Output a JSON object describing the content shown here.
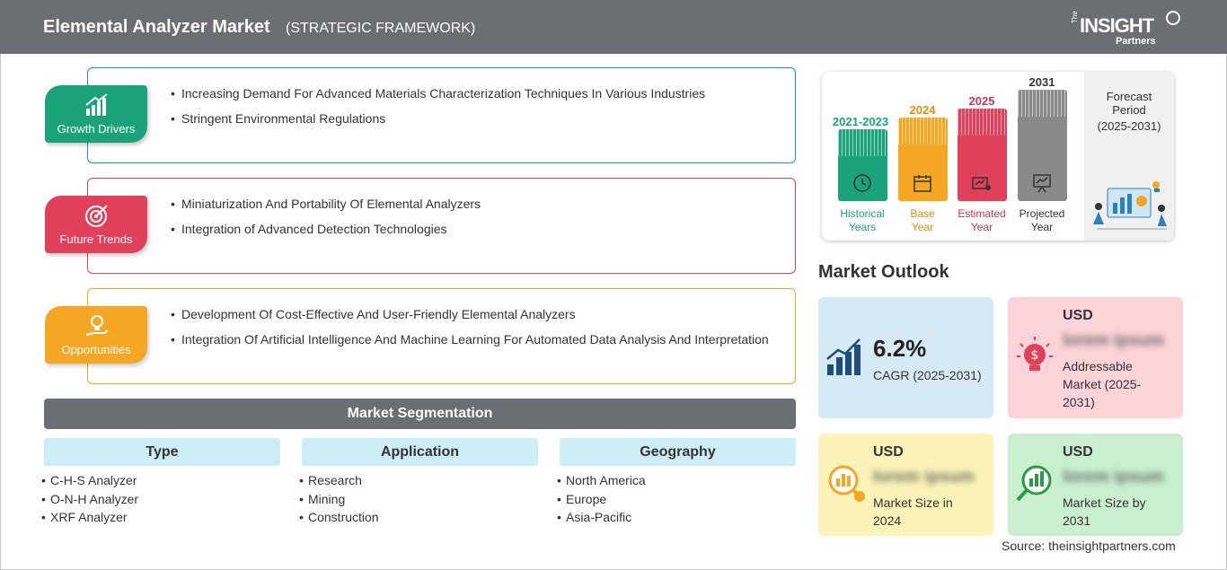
{
  "header": {
    "title": "Elemental Analyzer Market",
    "subtitle": "(STRATEGIC FRAMEWORK)",
    "logo": {
      "the": "The",
      "insight": "INSIGHT",
      "partners": "Partners"
    }
  },
  "drivers": {
    "growth": {
      "label": "Growth Drivers",
      "items": [
        "Increasing Demand For Advanced Materials Characterization Techniques In Various Industries",
        "Stringent Environmental Regulations"
      ]
    },
    "trends": {
      "label": "Future Trends",
      "items": [
        "Miniaturization And Portability Of Elemental Analyzers",
        "Integration of Advanced Detection Technologies"
      ]
    },
    "opportunities": {
      "label": "Opportunities",
      "items": [
        "Development Of Cost-Effective And User-Friendly Elemental Analyzers",
        "Integration Of Artificial Intelligence And Machine Learning For Automated Data Analysis And Interpretation"
      ]
    }
  },
  "segmentation": {
    "title": "Market Segmentation",
    "columns": [
      {
        "header": "Type",
        "items": [
          "C-H-S Analyzer",
          "O-N-H Analyzer",
          "XRF Analyzer"
        ]
      },
      {
        "header": "Application",
        "items": [
          "Research",
          "Mining",
          "Construction"
        ]
      },
      {
        "header": "Geography",
        "items": [
          "North America",
          "Europe",
          "Asia-Pacific"
        ]
      }
    ]
  },
  "timeline": {
    "bars": [
      {
        "year": "2021-2023",
        "caption_1": "Historical",
        "caption_2": "Years",
        "color": "#1aa37a"
      },
      {
        "year": "2024",
        "caption_1": "Base",
        "caption_2": "Year",
        "color": "#f5a623"
      },
      {
        "year": "2025",
        "caption_1": "Estimated",
        "caption_2": "Year",
        "color": "#e0405a"
      },
      {
        "year": "2031",
        "caption_1": "Projected",
        "caption_2": "Year",
        "color": "#8a8a8a"
      }
    ],
    "forecast": {
      "line1": "Forecast",
      "line2": "Period",
      "range": "(2025-2031)"
    }
  },
  "outlook": {
    "title": "Market Outlook",
    "cagr": {
      "value": "6.2%",
      "label": "CAGR (2025-2031)"
    },
    "addressable": {
      "currency": "USD",
      "value": "lorem ipsum",
      "label_1": "Addressable",
      "label_2": "Market (2025-",
      "label_3": "2031)"
    },
    "size_2024": {
      "currency": "USD",
      "value": "lorem ipsum",
      "label_1": "Market Size in",
      "label_2": "2024"
    },
    "size_2031": {
      "currency": "USD",
      "value": "lorem ipsum",
      "label_1": "Market Size by",
      "label_2": "2031"
    }
  },
  "source": "Source: theinsightpartners.com"
}
